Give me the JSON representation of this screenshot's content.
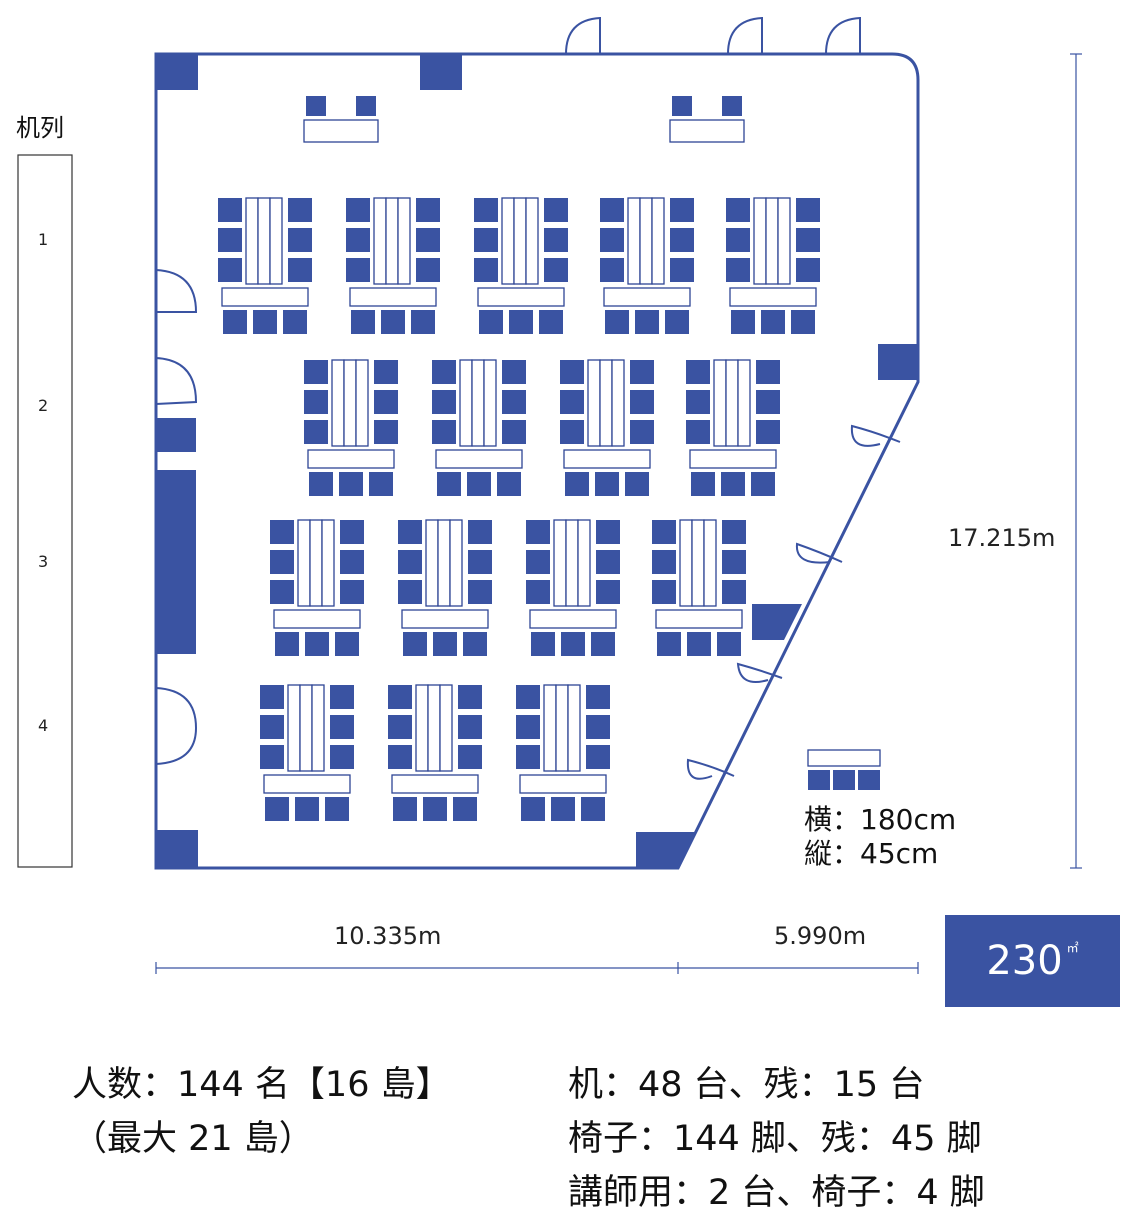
{
  "row_label": "机列",
  "row_numbers": [
    "1",
    "2",
    "3",
    "4"
  ],
  "dimensions": {
    "height": "17.215m",
    "width_left": "10.335m",
    "width_right": "5.990m"
  },
  "legend": {
    "width_text": "横：180cm",
    "depth_text": "縦：45cm"
  },
  "area": {
    "value": "230",
    "unit": "㎡"
  },
  "stats_left": [
    "人数：144 名【16 島】",
    "（最大 21 島）"
  ],
  "stats_right": [
    "机：48 台、残：15 台",
    "椅子：144 脚、残：45 脚",
    "講師用：2 台、椅子：4 脚"
  ],
  "colors": {
    "primary": "#3a53a2",
    "outline": "#2e4595"
  },
  "islands": {
    "rows": [
      5,
      4,
      4,
      3
    ],
    "total": 16
  }
}
